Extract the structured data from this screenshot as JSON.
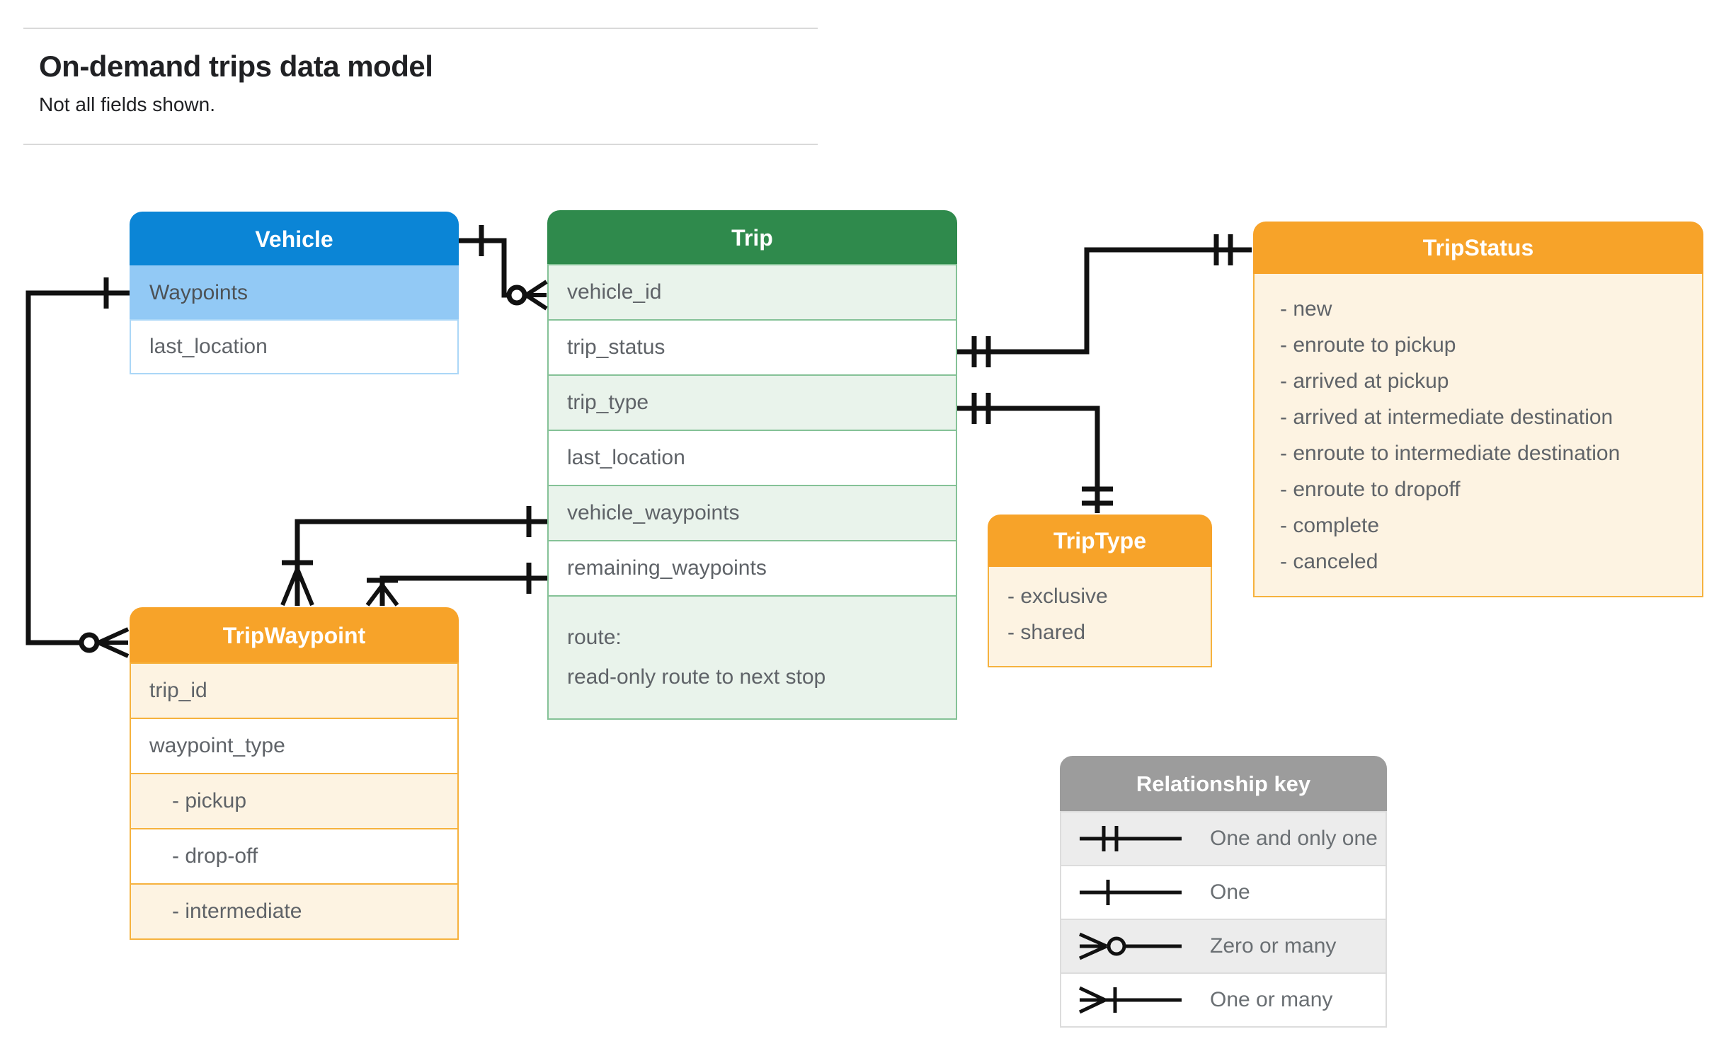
{
  "header": {
    "title": "On-demand trips data model",
    "subtitle": "Not all fields shown."
  },
  "entities": {
    "vehicle": {
      "title": "Vehicle",
      "fields": [
        "Waypoints",
        "last_location"
      ]
    },
    "trip": {
      "title": "Trip",
      "fields": [
        "vehicle_id",
        "trip_status",
        "trip_type",
        "last_location",
        "vehicle_waypoints",
        "remaining_waypoints"
      ],
      "route_label": "route:",
      "route_note": "read-only route to next stop"
    },
    "tripStatus": {
      "title": "TripStatus",
      "values": [
        "- new",
        "- enroute to pickup",
        "- arrived at pickup",
        "- arrived at intermediate destination",
        "- enroute to intermediate destination",
        "- enroute to dropoff",
        "- complete",
        "- canceled"
      ]
    },
    "tripWaypoint": {
      "title": "TripWaypoint",
      "fields": [
        "trip_id",
        "waypoint_type"
      ],
      "values": [
        "- pickup",
        "- drop-off",
        "- intermediate"
      ]
    },
    "tripType": {
      "title": "TripType",
      "values": [
        "- exclusive",
        "- shared"
      ]
    }
  },
  "legend": {
    "title": "Relationship key",
    "items": [
      {
        "symbol": "one-and-only-one",
        "label": "One and only one"
      },
      {
        "symbol": "one",
        "label": "One"
      },
      {
        "symbol": "zero-or-many",
        "label": "Zero or many"
      },
      {
        "symbol": "one-or-many",
        "label": "One or many"
      }
    ]
  },
  "colors": {
    "vehicle_header": "#0b85d6",
    "vehicle_highlight_row": "#92c9f5",
    "trip_header": "#2f8a4c",
    "trip_row_alt": "#e9f3eb",
    "orange_header": "#f7a329",
    "orange_body": "#fdf3e2",
    "legend_header": "#9c9c9c",
    "legend_row_alt": "#ececec",
    "connector": "#111111",
    "field_text": "#5f6368"
  }
}
